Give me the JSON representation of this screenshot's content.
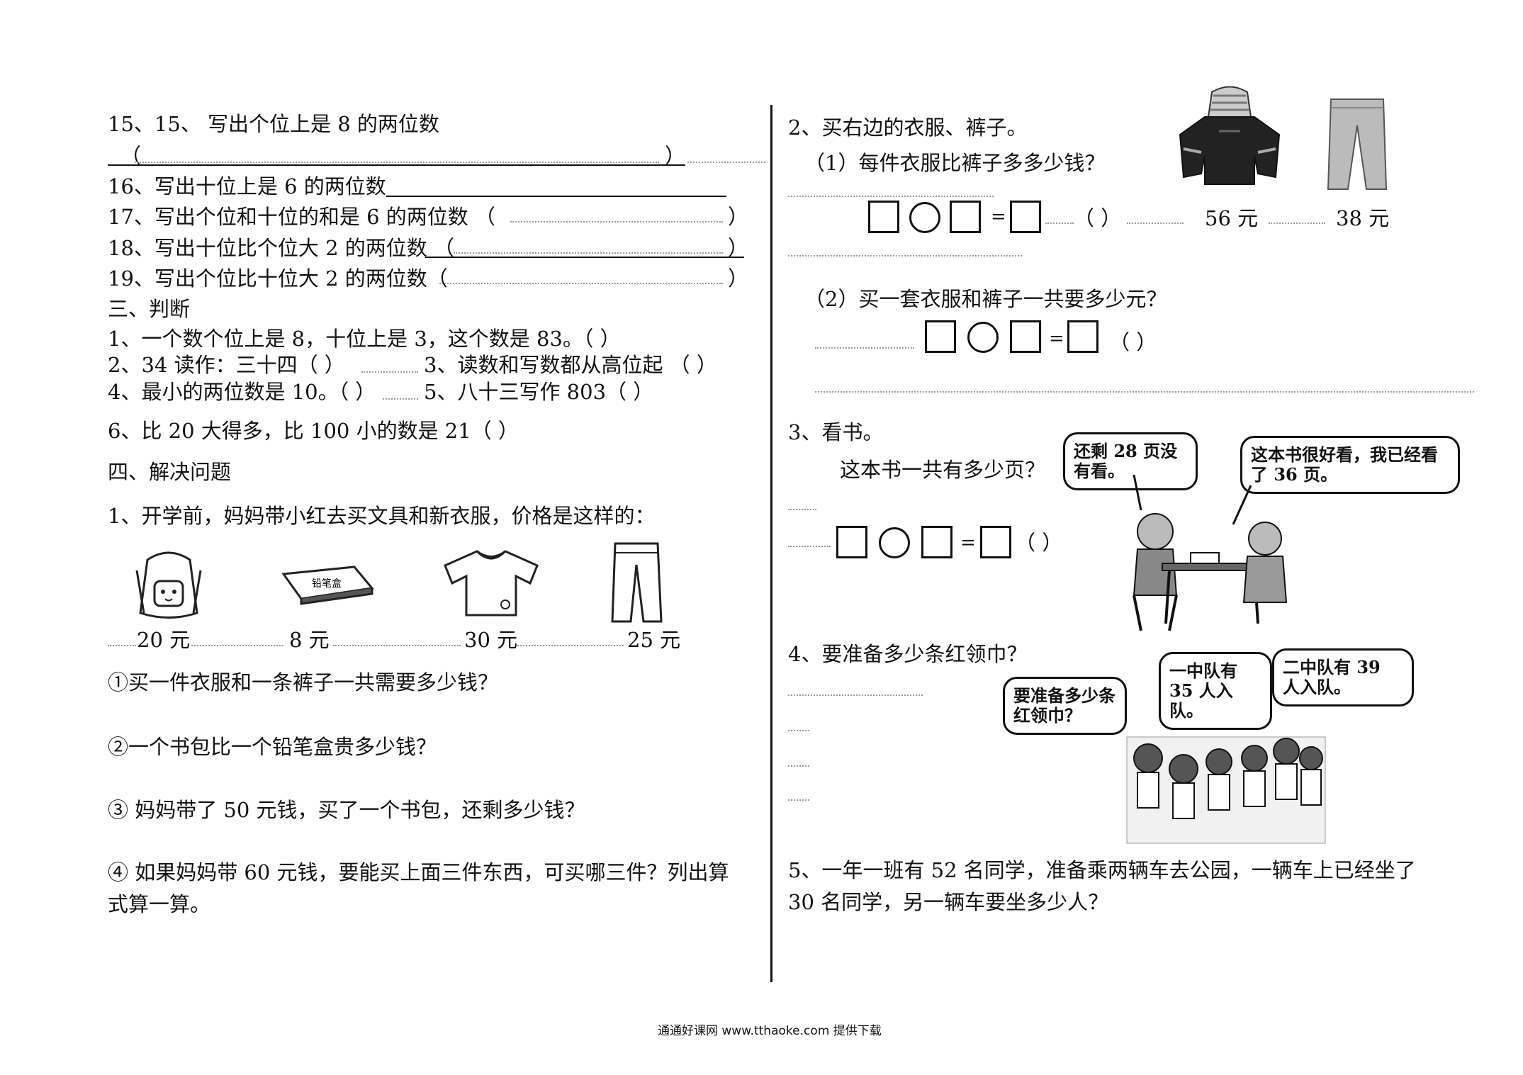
{
  "left": {
    "q15": "15、15、   写出个位上是 8 的两位数",
    "q15_paren_open": "（",
    "q15_paren_close": "）",
    "q16": "16、写出十位上是 6 的两位数",
    "q17": "17、写出个位和十位的和是 6 的两位数 （",
    "q17_close": "）",
    "q18": "18、写出十位比个位大 2 的两位数  （",
    "q18_close": "）",
    "q19": "19、写出个位比十位大 2 的两位数（",
    "q19_close": "）",
    "sec3": "三、判断",
    "j1": "1、一个数个位上是 8，十位上是 3，这个数是 83。（      ）",
    "j2": "2、34 读作：三十四（    ）",
    "j3": "3、读数和写数都从高位起  （    ）",
    "j4": "4、最小的两位数是 10。（   ）",
    "j5": "5、八十三写作 803（   ）",
    "j6": "6、比 20 大得多，比 100 小的数是 21（   ）",
    "sec4": "四、解决问题",
    "p1": "1、开学前，妈妈带小红去买文具和新衣服，价格是这样的：",
    "items": [
      {
        "icon": "backpack-icon",
        "price": "20 元"
      },
      {
        "icon": "pencil-box-icon",
        "price": "8 元"
      },
      {
        "icon": "sweater-icon",
        "price": "30 元"
      },
      {
        "icon": "pants-icon",
        "price": "25 元"
      }
    ],
    "pencil_box_label": "铅笔盒",
    "s1": "①买一件衣服和一条裤子一共需要多少钱？",
    "s2": "②一个书包比一个铅笔盒贵多少钱？",
    "s3": "③ 妈妈带了 50 元钱，买了一个书包，还剩多少钱？",
    "s4a": "④ 如果妈妈带 60 元钱，要能买上面三件东西，可买哪三件？列出算",
    "s4b": "式算一算。"
  },
  "right": {
    "q2": "2、买右边的衣服、裤子。",
    "q2_1": "（1）每件衣服比裤子多多少钱？",
    "q2_2": "（2）买一套衣服和裤子一共要多少元？",
    "jacket_price": "56 元",
    "pants_price": "38 元",
    "unit_paren": "（   ）",
    "eq_sign": "=",
    "q3": "3、看书。",
    "q3_text": "这本书一共有多少页？",
    "bubble_left": "还剩 28 页没有看。",
    "bubble_right": "这本书很好看，我已经看了 36 页。",
    "q4": "4、要准备多少条红领巾？",
    "bubble_a": "要准备多少条红领巾？",
    "bubble_b": "一中队有 35 人入队。",
    "bubble_c": "二中队有 39 人入队。",
    "q5a": "5、一年一班有 52 名同学，准备乘两辆车去公园，一辆车上已经坐了",
    "q5b": "30 名同学，另一辆车要坐多少人？"
  },
  "footer": "通通好课网 www.tthaoke.com 提供下载"
}
